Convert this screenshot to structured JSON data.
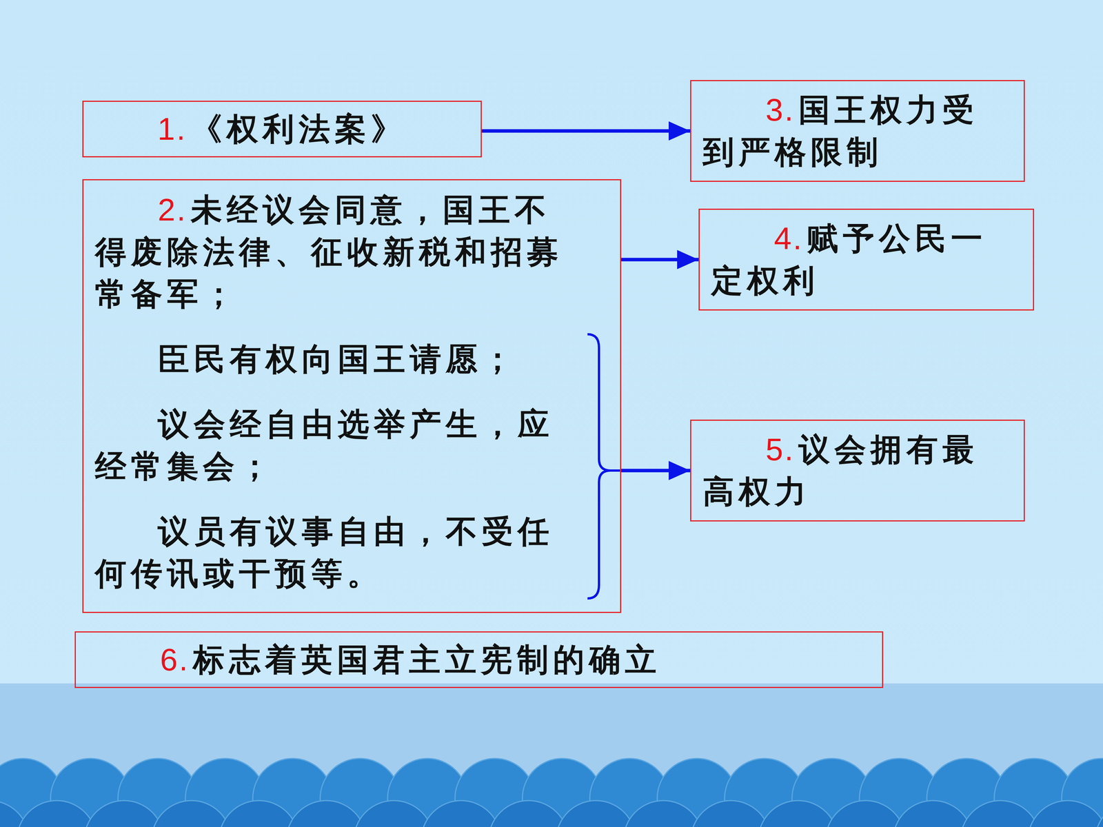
{
  "diagram": {
    "nodes": [
      {
        "text": [
          "1.",
          "《权利法案》"
        ]
      },
      {
        "text": [
          "2.",
          "未经议会同意，国王不得废除法律、征收新税和招募常备军；",
          "臣民有权向国王请愿；",
          "议会经自由选举产生，应经常集会；",
          "议员有议事自由，不受任何传讯或干预等。"
        ]
      },
      {
        "text": [
          "3.",
          "国王权力受到严格限制"
        ]
      },
      {
        "text": [
          "4.",
          "赋予公民一定权利"
        ]
      },
      {
        "text": [
          "5.",
          "议会拥有最高权力"
        ]
      },
      {
        "text": [
          "6.",
          "标志着英国君主立宪制的确立"
        ]
      }
    ],
    "edges": [
      {
        "from": 0,
        "to": 2,
        "arrow": "to"
      },
      {
        "from": 1,
        "to": 3,
        "arrow": "to"
      },
      {
        "from": 1,
        "to": 4,
        "arrow": "to"
      }
    ]
  }
}
